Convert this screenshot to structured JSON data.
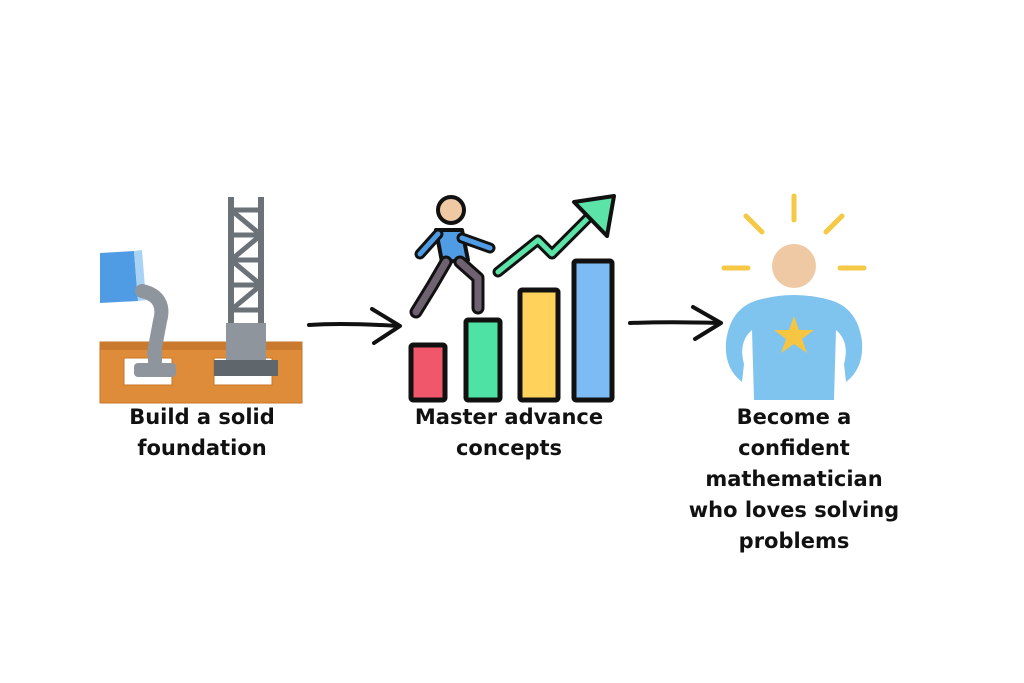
{
  "steps": [
    {
      "label_lines": [
        "Build a solid",
        "foundation"
      ],
      "icon": "construction-foundation-icon"
    },
    {
      "label_lines": [
        "Master advance",
        "concepts"
      ],
      "icon": "climbing-growth-chart-icon"
    },
    {
      "label_lines": [
        "Become a",
        "confident",
        "mathematician",
        "who loves solving",
        "problems"
      ],
      "icon": "confident-person-star-icon"
    }
  ],
  "connectors": [
    "right-arrow-icon",
    "right-arrow-icon"
  ],
  "colors": {
    "foundation_orange": "#DE8B3A",
    "steel_gray": "#8E959C",
    "pipe_blue": "#4F9CE4",
    "bar_red": "#F1576A",
    "bar_green": "#4EE3A4",
    "bar_yellow": "#FFD25C",
    "bar_blue": "#7CBBF4",
    "arrow_green": "#5CE3A8",
    "person_blue": "#7FC4EE",
    "skin": "#EFC9A4",
    "star_yellow": "#F6C542",
    "sun_ray": "#F5C945",
    "text": "#111111"
  }
}
